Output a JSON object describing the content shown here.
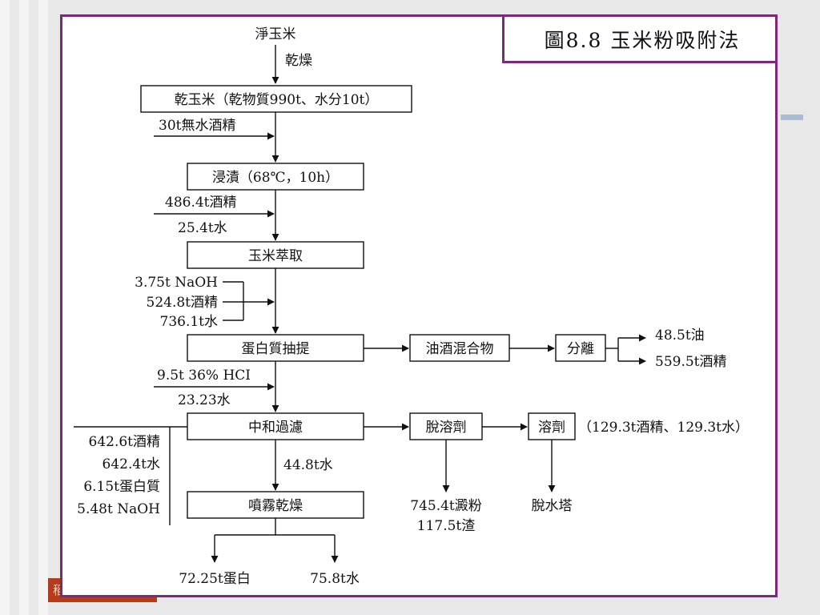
{
  "figure_title": "圖8.8 玉米粉吸附法",
  "footer_tag": "稻米澱粉",
  "nodes": {
    "start": "淨玉米",
    "dry_step": "乾燥",
    "dry_corn": "乾玉米（乾物質990t、水分10t）",
    "steep": "浸漬（68℃，10h）",
    "extract": "玉米萃取",
    "protein_extract": "蛋白質抽提",
    "oil_mix": "油酒混合物",
    "separate": "分離",
    "neutral_filter": "中和過濾",
    "desolvent": "脫溶劑",
    "solvent": "溶劑",
    "spray_dry": "噴霧乾燥"
  },
  "inputs": {
    "alcohol_30": "30t無水酒精",
    "alcohol_486": "486.4t酒精",
    "water_25": "25.4t水",
    "naoh": "3.75t NaOH",
    "alcohol_524": "524.8t酒精",
    "water_736": "736.1t水",
    "hcl": "9.5t 36% HCI",
    "water_23": "23.23水"
  },
  "outputs": {
    "oil": "48.5t油",
    "alcohol_559": "559.5t酒精",
    "solvent_detail": "（129.3t酒精、129.3t水）",
    "starch": "745.4t澱粉",
    "residue": "117.5t渣",
    "tower": "脫水塔",
    "water_44": "44.8t水",
    "protein_out": "72.25t蛋白",
    "water_75": "75.8t水"
  },
  "filtrate": [
    "642.6t酒精",
    "642.4t水",
    "6.15t蛋白質",
    "5.48t NaOH"
  ]
}
